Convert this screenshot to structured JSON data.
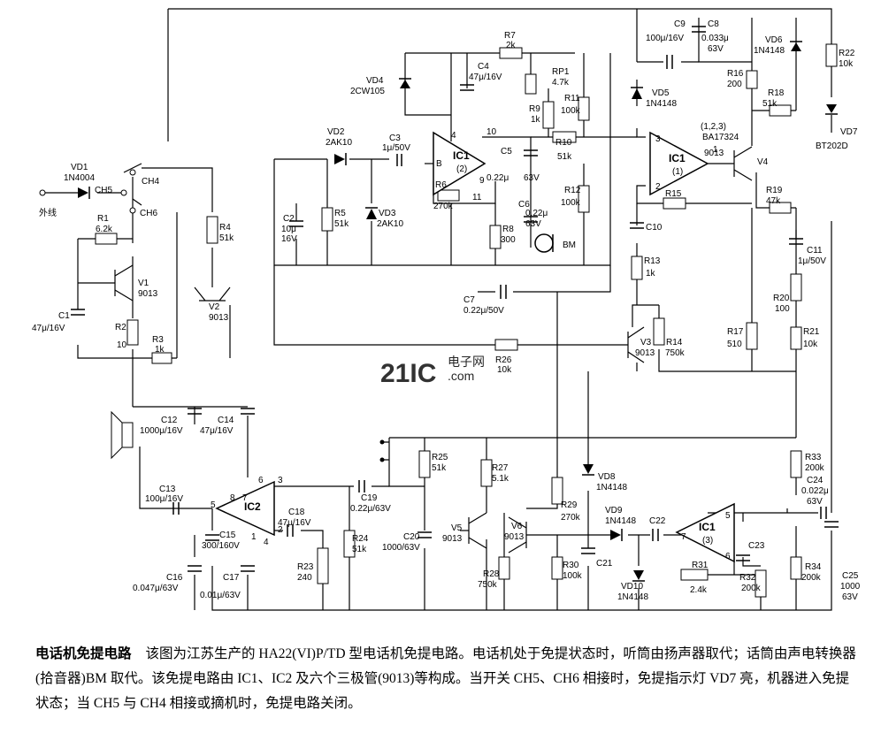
{
  "watermark": {
    "main": "21IC",
    "small": "电子网",
    "domain": ".com"
  },
  "caption": {
    "title": "电话机免提电路",
    "text": "该图为江苏生产的 HA22(VI)P/TD 型电话机免提电路。电话机处于免提状态时，听筒由扬声器取代；话筒由声电转换器(拾音器)BM 取代。该免提电路由 IC1、IC2 及六个三极管(9013)等构成。当开关 CH5、CH6 相接时，免提指示灯 VD7 亮，机器进入免提状态；当 CH5 与 CH4 相接或摘机时，免提电路关闭。"
  },
  "labels": {
    "vd1": "VD1",
    "vd1_v": "1N4004",
    "ch5": "CH5",
    "ch4": "CH4",
    "ch6": "CH6",
    "line": "外线",
    "r1": "R1",
    "r1_v": "6.2k",
    "v1": "V1",
    "v1_v": "9013",
    "c1": "C1",
    "c1_v": "47μ/16V",
    "r2": "R2",
    "r2_v": "10",
    "r3": "R3",
    "r3_v": "1k",
    "r4": "R4",
    "r4_v": "51k",
    "v2": "V2",
    "v2_v": "9013",
    "vd4": "VD4",
    "vd4_v": "2CW105",
    "c4": "C4",
    "c4_v": "47μ/16V",
    "vd2": "VD2",
    "vd2_v": "2AK10",
    "c3": "C3",
    "c3_v": "1μ/50V",
    "c2": "C2",
    "c2_v1": "10μ",
    "c2_v2": "16V",
    "r5": "R5",
    "r5_v": "51k",
    "vd3": "VD3",
    "vd3_v": "2AK10",
    "ic1_2": "IC1",
    "ic1_2b": "(2)",
    "pin_b": "B",
    "pin4": "4",
    "pin10": "10",
    "pin9": "9",
    "pin11": "11",
    "r6": "R6",
    "r6_v": "270k",
    "r8": "R8",
    "r8_v": "300",
    "r7": "R7",
    "r7_v": "2k",
    "rp1": "RP1",
    "rp1_v": "4.7k",
    "r9": "R9",
    "r9_v": "1k",
    "c5": "C5",
    "c5_v": "0.22μ",
    "c5_v2": "63V",
    "c6": "C6",
    "c6_v": "0.22μ",
    "c6_v2": "63V",
    "bm": "BM",
    "r10": "R10",
    "r10_v": "51k",
    "r11": "R11",
    "r11_v": "100k",
    "r12": "R12",
    "r12_v": "100k",
    "c9": "C9",
    "c9_v": "100μ/16V",
    "c8": "C8",
    "c8_v": "0.033μ",
    "c8_v2": "63V",
    "vd5": "VD5",
    "vd5_v": "1N4148",
    "vd6": "VD6",
    "vd6_v": "1N4148",
    "r16": "R16",
    "r16_v": "200",
    "r18": "R18",
    "r18_v": "51k",
    "r22": "R22",
    "r22_v": "10k",
    "vd7": "VD7",
    "vd7_v": "BT202D",
    "ic1_1_pins": "(1,2,3)",
    "ic1_1_part": "BA17324",
    "ic1_1": "IC1",
    "ic1_1b": "(1)",
    "ic1_1_p1": "1",
    "ic1_1_p2": "2",
    "ic1_1_p3": "3",
    "v4": "V4",
    "v4_v": "9013",
    "r15": "R15",
    "c10": "C10",
    "r13": "R13",
    "r13_v": "1k",
    "r19": "R19",
    "r19_v": "47k",
    "c11": "C11",
    "c11_v": "1μ/50V",
    "c7": "C7",
    "c7_v": "0.22μ/50V",
    "r20": "R20",
    "r20_v": "100",
    "v3": "V3",
    "v3_v": "9013",
    "r14": "R14",
    "r14_v": "750k",
    "r17": "R17",
    "r17_v": "510",
    "r21": "R21",
    "r21_v": "10k",
    "r26": "R26",
    "r26_v": "10k",
    "c12": "C12",
    "c12_v": "1000μ/16V",
    "c14": "C14",
    "c14_v": "47μ/16V",
    "c13": "C13",
    "c13_v": "100μ/16V",
    "ic2": "IC2",
    "ic2_p8": "8",
    "ic2_p7": "7",
    "ic2_p6": "6",
    "ic2_p5": "5",
    "ic2_p3": "3",
    "ic2_p2": "2",
    "ic2_p1": "1",
    "ic2_p4": "4",
    "c15": "C15",
    "c15_v": "300/160V",
    "c16": "C16",
    "c16_v": "0.047μ/63V",
    "c17": "C17",
    "c17_v": "0.01μ/63V",
    "c18": "C18",
    "c18_v": "47μ/16V",
    "r23": "R23",
    "r23_v": "240",
    "c19": "C19",
    "c19_v": "0.22μ/63V",
    "r24": "R24",
    "r24_v": "51k",
    "r25": "R25",
    "r25_v": "51k",
    "c20": "C20",
    "c20_v": "1000/63V",
    "r27": "R27",
    "r27_v": "5.1k",
    "v5": "V5",
    "v5_v": "9013",
    "r28": "R28",
    "r28_v": "750k",
    "v6": "V6",
    "v6_v": "9013",
    "r29": "R29",
    "r29_v": "270k",
    "r30": "R30",
    "r30_v": "100k",
    "c21": "C21",
    "vd8": "VD8",
    "vd8_v": "1N4148",
    "vd9": "VD9",
    "vd9_v": "1N4148",
    "vd10": "VD10",
    "vd10_v": "1N4148",
    "c22": "C22",
    "ic1_3": "IC1",
    "ic1_3b": "(3)",
    "ic1_3_p5": "5",
    "ic1_3_p7": "7",
    "ic1_3_p6": "6",
    "c23": "C23",
    "r31": "R31",
    "r31_v": "2.4k",
    "r32": "R32",
    "r32_v": "200k",
    "r33": "R33",
    "r33_v": "200k",
    "c24": "C24",
    "c24_v": "0.022μ",
    "c24_v2": "63V",
    "r34": "R34",
    "r34_v": "200k",
    "c25": "C25",
    "c25_v": "1000",
    "c25_v2": "63V"
  }
}
